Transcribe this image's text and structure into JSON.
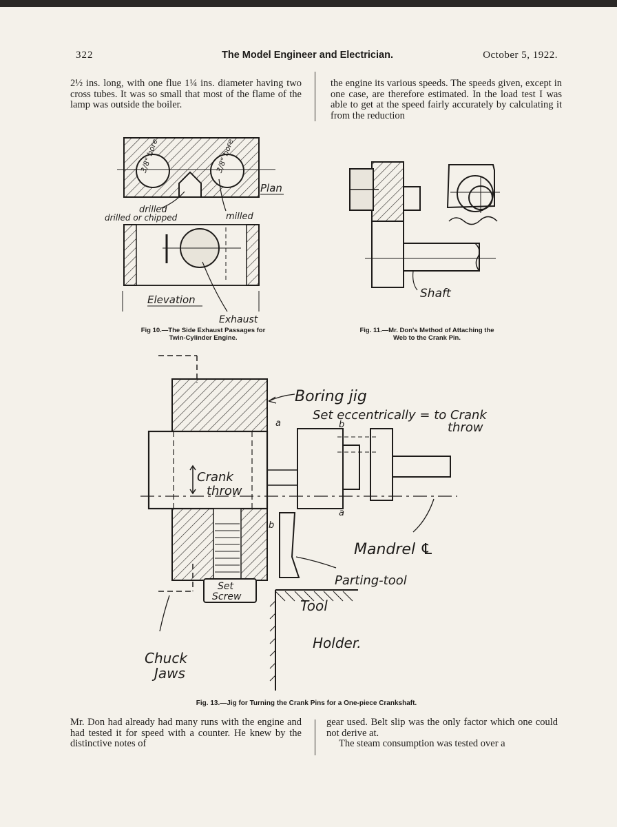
{
  "header": {
    "page_number": "322",
    "journal_title": "The Model Engineer and Electrician.",
    "date": "October 5, 1922."
  },
  "top_left_text": "2½ ins. long, with one flue 1¼ ins. diameter having two cross tubes. It was so small that most of the flame of the lamp was outside the boiler.",
  "top_right_text": "the engine its various speeds. The speeds given, except in one case, are therefore estimated. In the load test I was able to get at the speed fairly accurately by calculating it from the reduction",
  "fig10": {
    "caption_line1": "Fig 10.—The Side Exhaust Passages for",
    "caption_line2": "Twin-Cylinder Engine.",
    "labels": {
      "bore1": "3/8\" bore",
      "bore2": "3/8\" bore",
      "plan": "Plan",
      "drilled": "drilled",
      "drilled_or_chipped": "drilled or chipped",
      "milled": "milled",
      "elevation": "Elevation",
      "exhaust": "Exhaust"
    }
  },
  "fig11": {
    "caption_line1": "Fig. 11.—Mr. Don's Method of Attaching the",
    "caption_line2": "Web to the Crank Pin.",
    "labels": {
      "shaft": "Shaft"
    }
  },
  "fig13": {
    "caption": "Fig. 13.—Jig for Turning the Crank Pins for a One-piece Crankshaft.",
    "labels": {
      "boring_jig": "Boring jig",
      "set_eccentrically": "Set eccentrically = to Crank",
      "throw_top": "throw",
      "crank": "Crank",
      "throw_inner": "throw",
      "a_top": "a",
      "b_top": "b",
      "a_bottom": "a",
      "b_bottom": "b",
      "mandrel": "Mandrel ℄",
      "parting_tool": "Parting-tool",
      "set_screw_1": "Set",
      "set_screw_2": "Screw",
      "tool": "Tool",
      "holder": "Holder.",
      "chuck": "Chuck",
      "jaws": "Jaws"
    }
  },
  "bottom_left_text": "Mr. Don had already had many runs with the engine and had tested it for speed with a counter. He knew by the distinctive notes of",
  "bottom_right_text_1": "gear used. Belt slip was the only factor which one could not derive at.",
  "bottom_right_text_2": "The steam consumption was tested over a"
}
